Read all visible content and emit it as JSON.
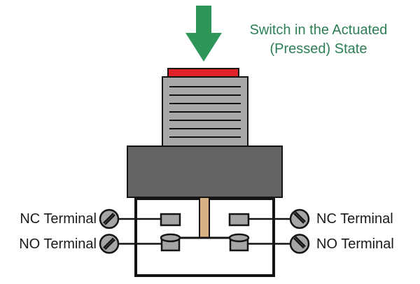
{
  "caption": {
    "line1": "Switch in the Actuated",
    "line2": "(Pressed) State"
  },
  "labels": {
    "nc_left": "NC Terminal",
    "no_left": "NO Terminal",
    "nc_right": "NC Terminal",
    "no_right": "NO Terminal"
  },
  "icons": {
    "actuation_arrow": "down-arrow-icon",
    "terminal_screw": "screw-head-icon"
  },
  "colors": {
    "arrow_green": "#2f9659",
    "caption_green": "#2d7e54",
    "button_red": "#e02329",
    "plunger_gray": "#a8a8a8",
    "housing_gray": "#646464",
    "metal_gray": "#a5a5a5",
    "stem_tan": "#d8b283",
    "line_black": "#141414",
    "background": "#ffffff"
  }
}
